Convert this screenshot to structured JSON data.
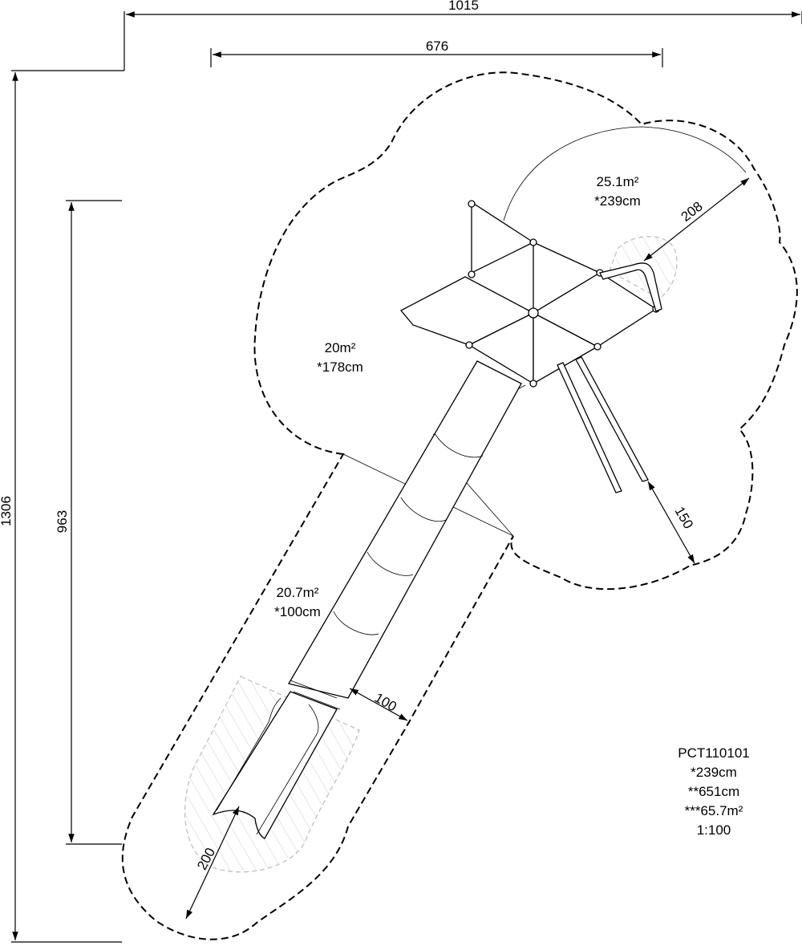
{
  "dimensions": {
    "width_total": "1015",
    "width_inner": "676",
    "height_total": "1306",
    "height_inner": "963",
    "clearance_slide_end": "200",
    "clearance_slide_side": "100",
    "clearance_leg": "150",
    "clearance_roof": "208"
  },
  "areas": {
    "roof_area": "25.1m²",
    "roof_height": "*239cm",
    "main_area": "20m²",
    "main_height": "*178cm",
    "slide_area": "20.7m²",
    "slide_height": "*100cm"
  },
  "spec": {
    "product_code": "PCT110101",
    "free_fall_height": "*239cm",
    "total_height": "**651cm",
    "total_area": "***65.7m²",
    "scale": "1:100"
  }
}
